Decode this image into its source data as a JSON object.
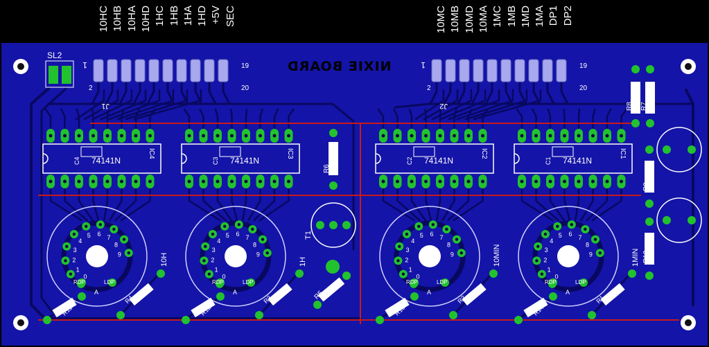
{
  "board": {
    "title": "NIXIE BOARD",
    "colors": {
      "background": "#000000",
      "substrate": "#1414a8",
      "copper_dark": "#080860",
      "pad": "#22c22e",
      "trace_red": "#c81a1a",
      "silkscreen": "#ffffff"
    }
  },
  "connector_labels": {
    "left": [
      "10HC",
      "10HB",
      "10HA",
      "10HD",
      "1HC",
      "1HB",
      "1HA",
      "1HD",
      "+5V",
      "SEC"
    ],
    "right": [
      "10MC",
      "10MB",
      "10MD",
      "10MA",
      "1MC",
      "1MB",
      "1MD",
      "1MA",
      "DP1",
      "DP2"
    ]
  },
  "headers": [
    {
      "name": "J1",
      "pin_low": "2",
      "pin_high": "20",
      "pin_first": "1",
      "pin_last": "19"
    },
    {
      "name": "J2",
      "pin_low": "2",
      "pin_high": "20",
      "pin_first": "1",
      "pin_last": "19"
    }
  ],
  "screw_terminal": {
    "name": "SL2"
  },
  "ics": [
    {
      "ref": "IC4",
      "part": "74141N",
      "cap": "C4"
    },
    {
      "ref": "IC3",
      "part": "74141N",
      "cap": "C3"
    },
    {
      "ref": "IC2",
      "part": "74141N",
      "cap": "C2"
    },
    {
      "ref": "IC1",
      "part": "74141N",
      "cap": "C1"
    }
  ],
  "tubes": [
    {
      "label": "10H",
      "res": "R11",
      "bulb": "R4"
    },
    {
      "label": "1H",
      "res": "R12",
      "bulb": "R3"
    },
    {
      "label": "10MIN",
      "res": "R13",
      "bulb": "R2"
    },
    {
      "label": "1MIN",
      "res": "R14",
      "bulb": "R1"
    }
  ],
  "tube_pins": [
    "0",
    "1",
    "2",
    "3",
    "4",
    "5",
    "6",
    "7",
    "8",
    "9"
  ],
  "tube_pin_extra": [
    "RDP",
    "LDP"
  ],
  "tube_center_text": "A",
  "discretes": {
    "r5": "R5",
    "r6": "R6",
    "r7": "R7",
    "r8": "R8",
    "r9": "R9",
    "r10": "R10",
    "t1": "T1"
  }
}
